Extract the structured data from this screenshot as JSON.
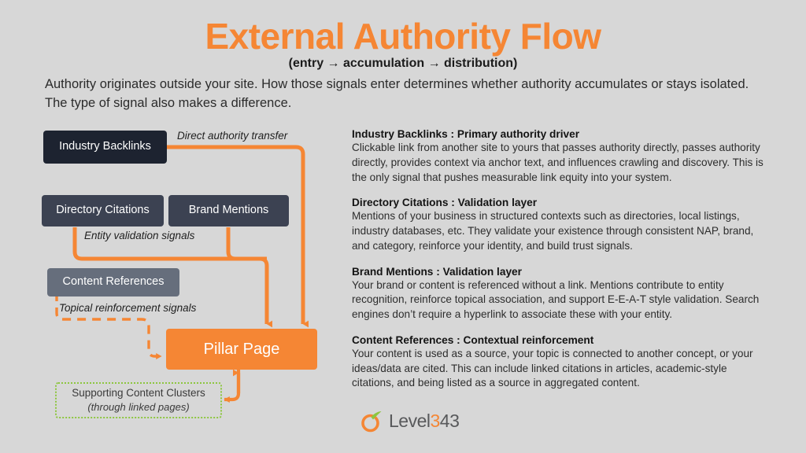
{
  "header": {
    "title": "External Authority Flow",
    "subtitle": "(entry → accumulation → distribution)",
    "intro": "Authority originates outside your site. How those signals enter determines whether authority accumulates or stays isolated. The type of signal also makes a difference."
  },
  "colors": {
    "background": "#d7d7d7",
    "accent_orange": "#f58634",
    "node_dark": "#1d2330",
    "node_slate": "#3c4252",
    "node_gray": "#666e7c",
    "cluster_green": "#8dc63f",
    "body_text": "#2d2d2d"
  },
  "diagram": {
    "nodes": [
      {
        "id": "industry-backlinks",
        "label": "Industry Backlinks"
      },
      {
        "id": "directory-citations",
        "label": "Directory Citations"
      },
      {
        "id": "brand-mentions",
        "label": "Brand Mentions"
      },
      {
        "id": "content-references",
        "label": "Content References"
      },
      {
        "id": "pillar-page",
        "label": "Pillar Page"
      },
      {
        "id": "supporting-content-clusters",
        "label": "Supporting Content Clusters",
        "sub": "(through linked pages)"
      }
    ],
    "edge_labels": [
      {
        "id": "direct-authority-transfer",
        "text": "Direct authority transfer"
      },
      {
        "id": "entity-validation-signals",
        "text": "Entity validation signals"
      },
      {
        "id": "topical-reinforcement-signals",
        "text": "Topical reinforcement signals"
      }
    ]
  },
  "notes": [
    {
      "heading": "Industry Backlinks : Primary authority driver",
      "body": "Clickable link from another site to yours that passes authority directly, passes authority directly, provides context via anchor text, and influences crawling and discovery. This is the only signal that pushes measurable link equity into your system."
    },
    {
      "heading": "Directory Citations : Validation layer",
      "body": "Mentions of your business in structured contexts such as directories, local listings, industry databases, etc. They validate your existence through consistent NAP, brand, and category, reinforce your identity, and build trust signals."
    },
    {
      "heading": "Brand Mentions : Validation layer",
      "body": "Your brand or content is referenced without a link. Mentions contribute to entity recognition, reinforce topical association, and support E-E-A-T style validation. Search engines don’t require a hyperlink to associate these with your entity."
    },
    {
      "heading": "Content References : Contextual reinforcement",
      "body": "Your content is used as a source, your topic is connected to another concept, or your ideas/data are cited. This can include linked citations in articles, academic-style citations, and being listed as a source in aggregated content."
    }
  ],
  "logo": {
    "name_part1": "Level",
    "name_accent": "3",
    "name_part2": "43"
  }
}
